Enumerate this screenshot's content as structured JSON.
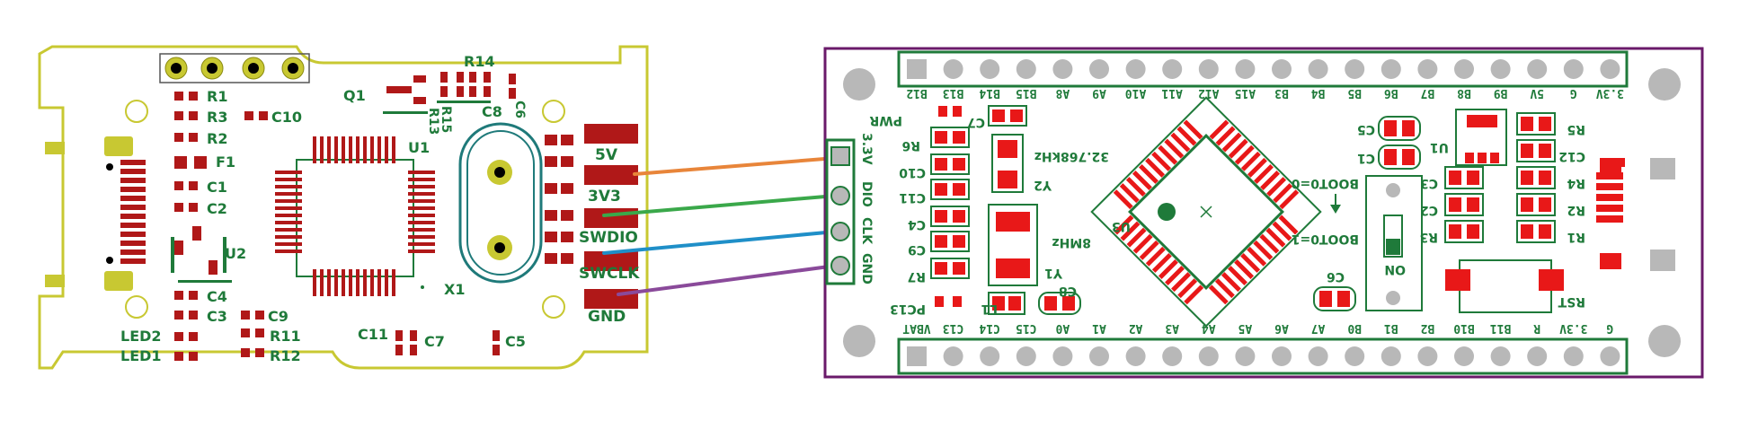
{
  "left_board": {
    "refs": {
      "r1": "R1",
      "r3": "R3",
      "r2": "R2",
      "c10": "C10",
      "f1": "F1",
      "c1": "C1",
      "c2": "C2",
      "u2": "U2",
      "c4": "C4",
      "c3": "C3",
      "c9": "C9",
      "r11": "R11",
      "r12": "R12",
      "led2": "LED2",
      "led1": "LED1",
      "c11": "C11",
      "c7": "C7",
      "c5": "C5",
      "q1": "Q1",
      "r14": "R14",
      "r13": "R13",
      "r15": "R15",
      "c8": "C8",
      "c6": "C6",
      "u1": "U1",
      "x1": "X1"
    },
    "pads": {
      "p5v": "5V",
      "p3v3": "3V3",
      "pswdio": "SWDIO",
      "pswclk": "SWCLK",
      "pgnd": "GND"
    }
  },
  "right_board": {
    "top_pins": [
      "B12",
      "B13",
      "B14",
      "B15",
      "A8",
      "A9",
      "A10",
      "A11",
      "A12",
      "A15",
      "B3",
      "B4",
      "B5",
      "B6",
      "B7",
      "B8",
      "B9",
      "5V",
      "G",
      "3.3V"
    ],
    "bottom_pins": [
      "VBAT",
      "C13",
      "C14",
      "C15",
      "A0",
      "A1",
      "A2",
      "A3",
      "A4",
      "A5",
      "A6",
      "A7",
      "B0",
      "B1",
      "B2",
      "B10",
      "B11",
      "R",
      "3.3V",
      "G"
    ],
    "header_labels": [
      "3.3V",
      "DIO",
      "CLK",
      "GND"
    ],
    "refs": {
      "pwr": "PWR",
      "r6": "R6",
      "c10": "C10",
      "c11": "C11",
      "c4": "C4",
      "c9": "C9",
      "r7": "R7",
      "pc13": "PC13",
      "c7": "C7",
      "y2": "Y2",
      "y2val": "32.768kHz",
      "y1": "Y1",
      "y1val": "8MHz",
      "l1": "L1",
      "c8": "C8",
      "u3": "U3",
      "boot0": "BOOT0=0",
      "boot1": "BOOT0=1",
      "on": "ON",
      "c6": "C6",
      "c5": "C5",
      "c1": "C1",
      "u1": "U1",
      "c3": "C3",
      "c2": "C2",
      "r3": "R3",
      "r5": "R5",
      "c12": "C12",
      "r4": "R4",
      "r2": "R2",
      "r1": "R1",
      "rst": "RST"
    }
  },
  "wire_colors": [
    "#e8853a",
    "#3aa84a",
    "#1f8fc8",
    "#8a4a9a"
  ],
  "colors": {
    "board_outline_left": "#c8c832",
    "board_outline_right": "#6a1a6a",
    "copper": "#b01818",
    "pad_red": "#e81818",
    "silk_green": "#1f7a3a",
    "pin_grey": "#b8b8b8"
  }
}
